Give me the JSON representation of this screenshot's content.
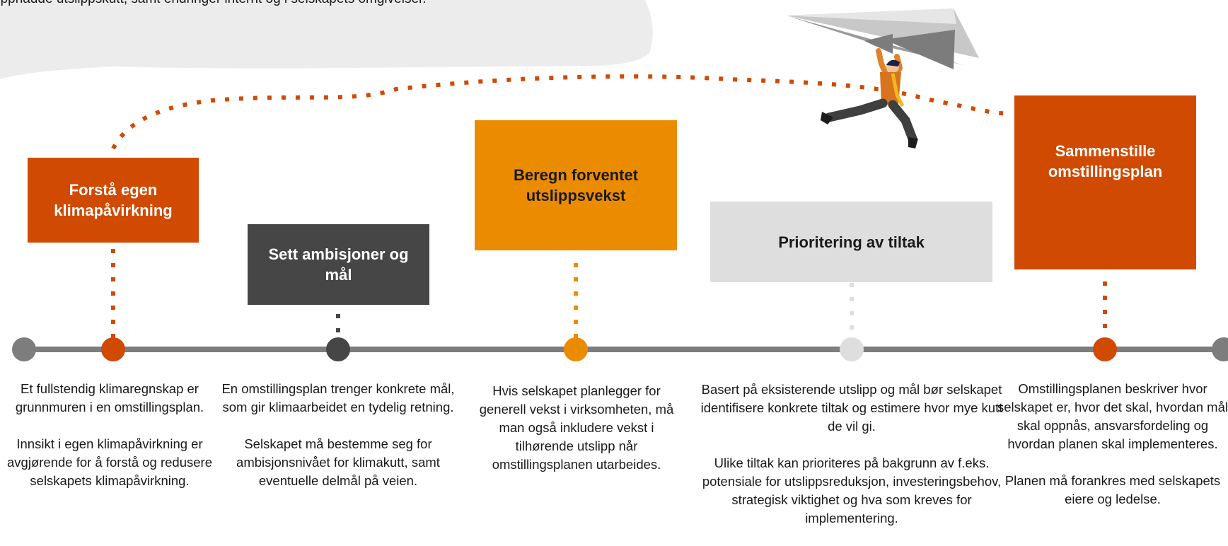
{
  "intro_text": "oppnådde utslippskutt, samt endringer internt og i selskapets omgivelser.",
  "colors": {
    "orange_dark": "#d04a02",
    "orange": "#eb8c00",
    "gray_dark": "#464646",
    "gray_light": "#dedede",
    "timeline": "#7d7d7d"
  },
  "steps": [
    {
      "title": "Forstå egen klimapåvirkning",
      "paragraphs": [
        "Et fullstendig klimaregnskap er grunnmuren i en omstillingsplan.",
        "Innsikt i egen klimapåvirkning er avgjørende for å forstå og redusere selskapets klimapåvirkning."
      ]
    },
    {
      "title": "Sett ambisjoner og mål",
      "paragraphs": [
        "En omstillingsplan trenger konkrete mål, som gir klimaarbeidet en tydelig retning.",
        "Selskapet må bestemme seg for ambisjonsnivået for klimakutt, samt eventuelle delmål på veien."
      ]
    },
    {
      "title": "Beregn forventet utslippsvekst",
      "paragraphs": [
        "Hvis selskapet planlegger for generell vekst i virksomheten, må man også inkludere vekst i tilhørende utslipp når omstillingsplanen utarbeides."
      ]
    },
    {
      "title": "Prioritering av tiltak",
      "paragraphs": [
        "Basert på eksisterende utslipp og mål bør selskapet identifisere konkrete tiltak og estimere hvor mye kutt de vil gi.",
        "Ulike tiltak kan prioriteres på bakgrunn av f.eks. potensiale for utslippsreduksjon, investeringsbehov, strategisk viktighet og hva som kreves for implementering."
      ]
    },
    {
      "title": "Sammenstille omstillingsplan",
      "paragraphs": [
        "Omstillingsplanen beskriver hvor selskapet er, hvor det skal, hvordan mål skal oppnås, ansvarsfordeling og hvordan planen skal implementeres.",
        "Planen må forankres med selskapets eiere og ledelse."
      ]
    }
  ]
}
